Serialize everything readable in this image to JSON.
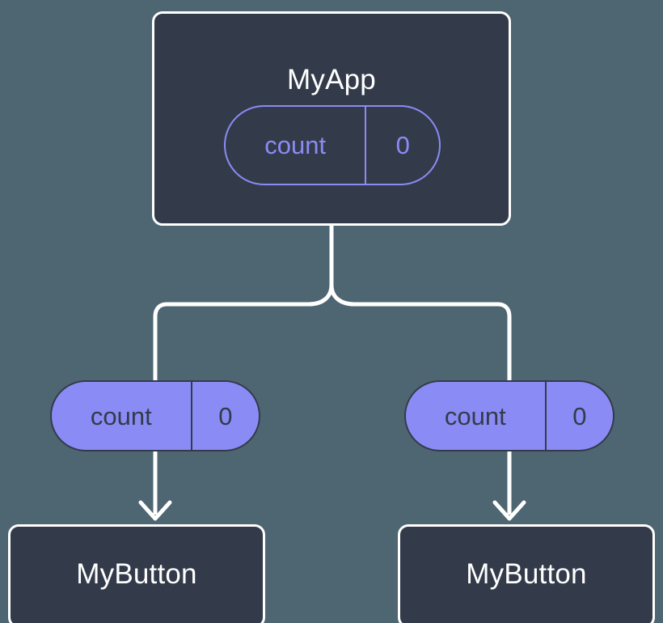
{
  "diagram": {
    "title": "React component state/prop flow tree",
    "background_color": "#4d6672",
    "node_fill_color": "#333b4a",
    "node_border_color": "#ffffff",
    "accent_color": "#8b8bf5",
    "connector_color": "#ffffff"
  },
  "root": {
    "name": "MyApp",
    "state_pill": {
      "key": "count",
      "value": "0",
      "style": "outline"
    }
  },
  "children": [
    {
      "prop_pill": {
        "key": "count",
        "value": "0",
        "style": "filled"
      },
      "name": "MyButton"
    },
    {
      "prop_pill": {
        "key": "count",
        "value": "0",
        "style": "filled"
      },
      "name": "MyButton"
    }
  ]
}
